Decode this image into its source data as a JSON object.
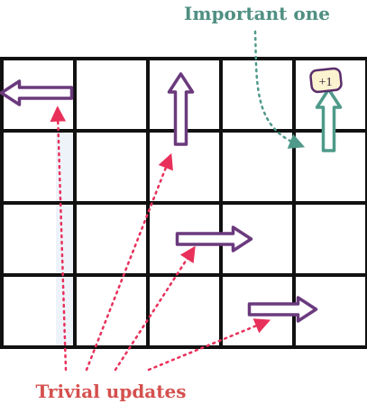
{
  "labels": {
    "important": "Important one",
    "trivial": "Trivial updates",
    "reward": "+1"
  },
  "colors": {
    "grid": "#111111",
    "arrow": "#6b3a7d",
    "important_arrow": "#4f9a8a",
    "important_label": "#4f8f82",
    "trivial_label": "#d4504e",
    "trivial_pointer": "#e8305a",
    "reward_fill": "#fbf3cf",
    "reward_border": "#5a2d6b",
    "shaded_column": "#eef3fa"
  },
  "grid": {
    "rows": 4,
    "cols": 5
  },
  "arrows": [
    {
      "row": 1,
      "col": 1,
      "direction": "left",
      "kind": "trivial"
    },
    {
      "row": 1,
      "col": 3,
      "direction": "up",
      "kind": "trivial"
    },
    {
      "row": 1,
      "col": 5,
      "direction": "up",
      "kind": "important"
    },
    {
      "row": 3,
      "col": 3,
      "direction": "right",
      "kind": "trivial"
    },
    {
      "row": 4,
      "col": 4,
      "direction": "right",
      "kind": "trivial"
    }
  ],
  "icons": {
    "reward": "reward-badge-icon",
    "pointer": "dotted-pointer-arrow-icon"
  }
}
